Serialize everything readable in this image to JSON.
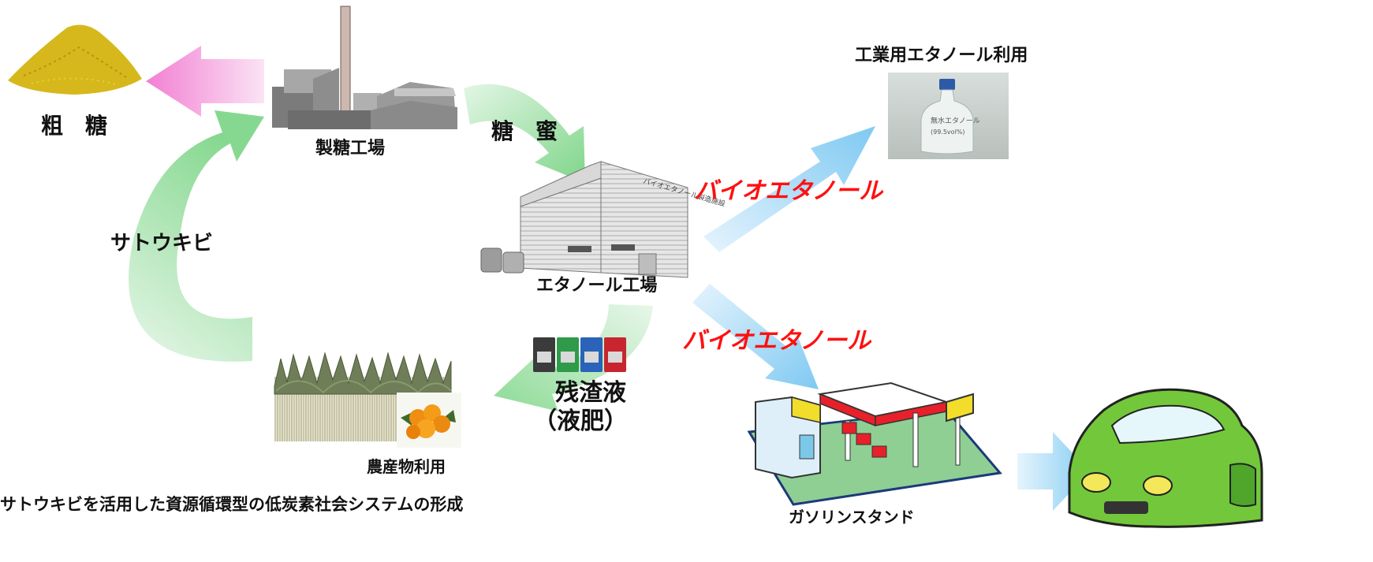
{
  "nodes": {
    "raw_sugar": "粗　糖",
    "sugar_factory": "製糖工場",
    "molasses": "糖　蜜",
    "ethanol_factory": "エタノール工場",
    "factory_sign": "バイオエタノール製造施設",
    "industrial_use": "工業用エタノール利用",
    "bottle_label_1": "無水エタノール",
    "bottle_label_2": "(99.5vol%)",
    "bioethanol_upper": "バイオエタノール",
    "bioethanol_lower": "バイオエタノール",
    "sugarcane": "サトウキビ",
    "residue_line1": "残渣液",
    "residue_line2": "（液肥）",
    "agri_use": "農産物利用",
    "gas_station": "ガソリンスタンド"
  },
  "caption": "サトウキビを活用した資源循環型の低炭素社会システムの形成",
  "colors": {
    "green_arrow": "#9fdfa6",
    "pink_arrow": "#f58fd9",
    "blue_arrow": "#8fd0f5",
    "highlight_red": "#ff1010",
    "car_green": "#72c83a",
    "station_red": "#e8202a"
  },
  "icons": [
    "raw-sugar-pile-icon",
    "sugar-factory-icon",
    "ethanol-factory-icon",
    "ethanol-bottle-icon",
    "sugarcane-field-icon",
    "mango-icon",
    "fertilizer-bottles-icon",
    "gas-station-icon",
    "car-icon"
  ]
}
